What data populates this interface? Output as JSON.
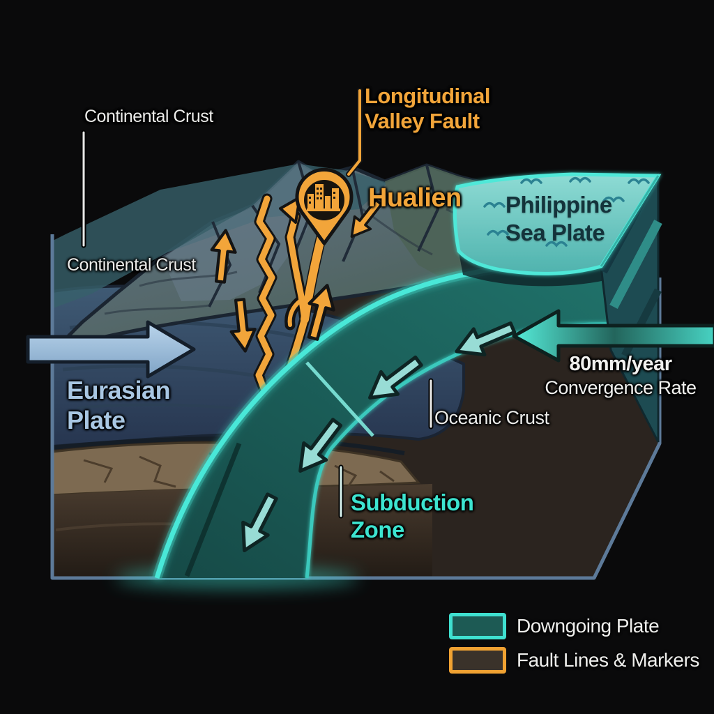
{
  "scene": {
    "labels": {
      "continental_crust_upper": "Continental Crust",
      "continental_crust_lower": "Continental Crust",
      "fault_line1": "Longitudinal",
      "fault_line2": "Valley Fault",
      "city": "Hualien",
      "philippine_line1": "Philippine",
      "philippine_line2": "Sea Plate",
      "eurasian_line1": "Eurasian",
      "eurasian_line2": "Plate",
      "rate_value": "80mm/year",
      "rate_caption": "Convergence Rate",
      "oceanic_crust": "Oceanic Crust",
      "subduction_line1": "Subduction",
      "subduction_line2": "Zone"
    },
    "legend": [
      {
        "label": "Downgoing Plate",
        "border": "#3FE0D0",
        "fill": "#1D5A54"
      },
      {
        "label": "Fault Lines & Markers",
        "border": "#F0A232",
        "fill": "#3A322A"
      }
    ],
    "colors": {
      "background": "#0A0A0B",
      "fault_orange": "#F2A53A",
      "slab_teal_glow": "#3FE4D2",
      "slab_fill": "#1D5B58",
      "eurasian_blue": "#A9C7E3",
      "philippine_text": "#14333B",
      "label_white": "#EBEBE9"
    },
    "icons": {
      "hualien_marker": "map-pin-city-skyline-icon",
      "sea_surface": "wave-icon",
      "plate_motion": "arrow-icon"
    }
  }
}
